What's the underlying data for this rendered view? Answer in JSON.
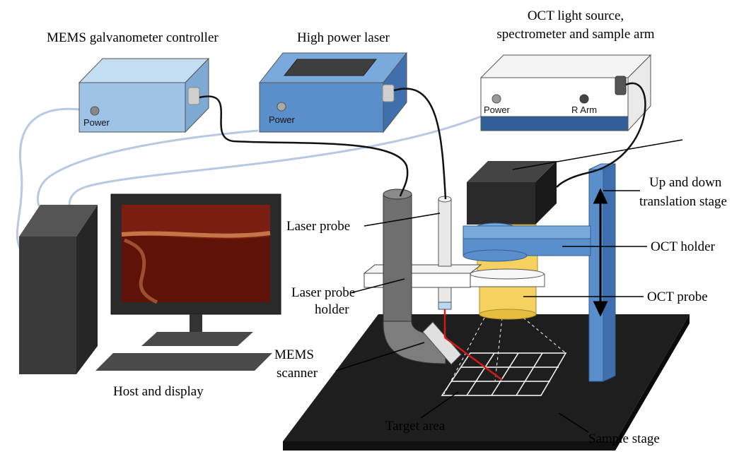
{
  "labels": {
    "mems_controller": "MEMS galvanometer controller",
    "high_power_laser": "High power laser",
    "oct_source_line1": "OCT light source,",
    "oct_source_line2": "spectrometer and sample arm",
    "up_down_line1": "Up and down",
    "up_down_line2": "translation stage",
    "laser_probe": "Laser probe",
    "laser_probe_holder_line1": "Laser probe",
    "laser_probe_holder_line2": "holder",
    "oct_holder": "OCT holder",
    "oct_probe": "OCT probe",
    "mems_scanner_line1": "MEMS",
    "mems_scanner_line2": "scanner",
    "host_display": "Host and display",
    "target_area": "Target area",
    "sample_stage": "Sample stage"
  },
  "device_text": {
    "controller_power": "Power",
    "laser_power": "Power",
    "oct_power": "Power",
    "oct_r_arm": "R Arm"
  },
  "colors": {
    "device_blue": "#5b8fcc",
    "device_blue_light": "#9ec3e6",
    "oct_yellow": "#f5d15f",
    "stage_black": "#1e1e1e",
    "laser_beam": "#d21a1a",
    "cable": "#b7c9e2"
  }
}
